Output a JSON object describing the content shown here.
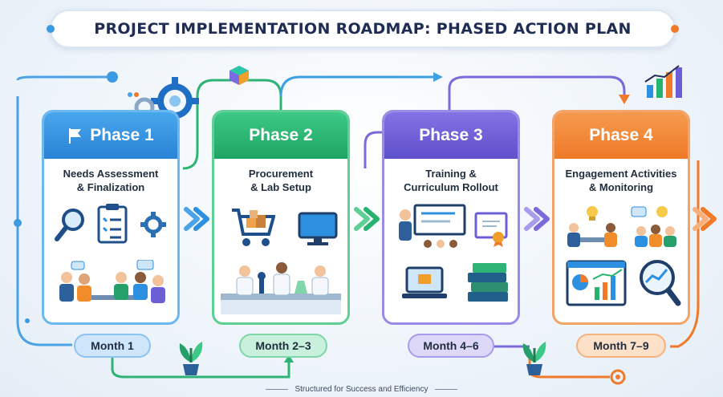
{
  "title": "PROJECT IMPLEMENTATION ROADMAP: PHASED ACTION PLAN",
  "footer": "Structured for Success and Efficiency",
  "colors": {
    "phase1": "#2d8fe0",
    "phase2": "#26b36f",
    "phase3": "#6c5fd6",
    "phase4": "#f07a2a"
  },
  "phases": [
    {
      "label": "Phase 1",
      "subtitle": "Needs Assessment\n& Finalization",
      "month": "Month 1",
      "icons": [
        "flag-icon",
        "magnifier-icon",
        "checklist-icon",
        "gear-icon",
        "meeting-people-icon"
      ]
    },
    {
      "label": "Phase 2",
      "subtitle": "Procurement\n& Lab Setup",
      "month": "Month 2–3",
      "icons": [
        "shopping-cart-icon",
        "monitor-icon",
        "lab-scientists-icon"
      ]
    },
    {
      "label": "Phase 3",
      "subtitle": "Training &\nCurriculum Rollout",
      "month": "Month 4–6",
      "icons": [
        "teacher-whiteboard-icon",
        "certificate-icon",
        "laptop-icon",
        "books-icon"
      ]
    },
    {
      "label": "Phase 4",
      "subtitle": "Engagement Activities\n& Monitoring",
      "month": "Month 7–9",
      "icons": [
        "team-ideas-icon",
        "discussion-icon",
        "dashboard-icon",
        "analytics-magnifier-icon"
      ]
    }
  ]
}
